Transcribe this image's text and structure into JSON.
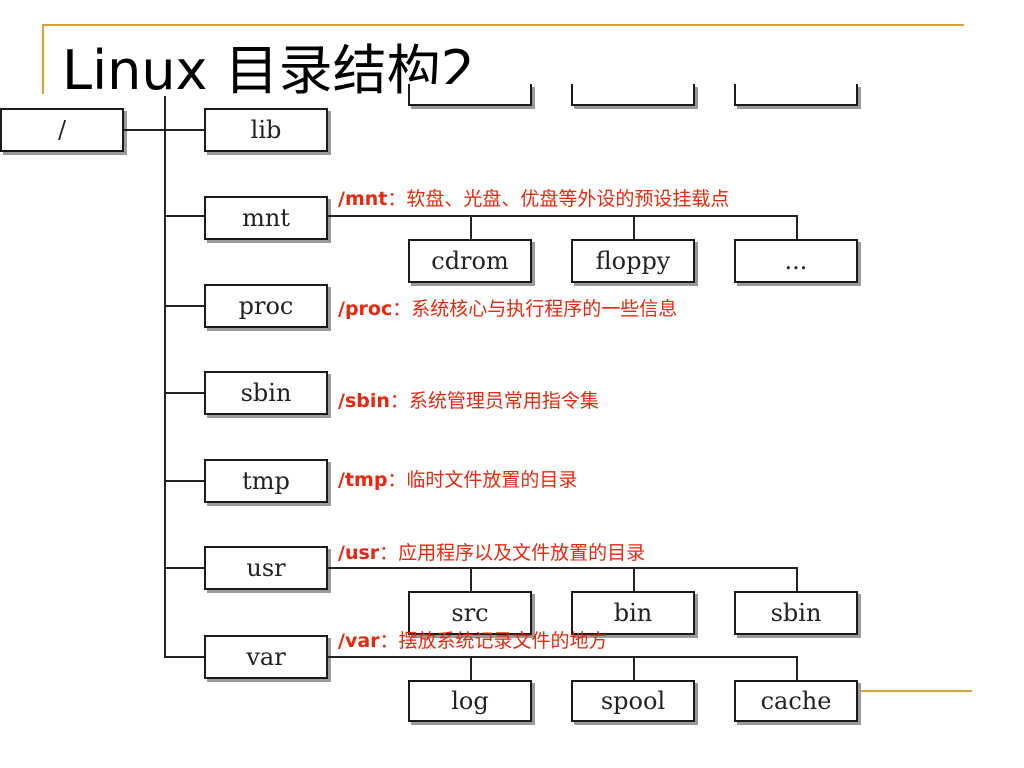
{
  "title": "Linux 目录结构2",
  "tree": {
    "root": "/",
    "top_row": [
      "",
      "",
      ""
    ],
    "children": [
      {
        "label": "lib",
        "desc_key": "",
        "desc_text": "",
        "sub": []
      },
      {
        "label": "mnt",
        "desc_key": "/mnt",
        "desc_text": "：软盘、光盘、优盘等外设的预设挂载点",
        "sub": [
          "cdrom",
          "floppy",
          "..."
        ]
      },
      {
        "label": "proc",
        "desc_key": "/proc",
        "desc_text": "：系统核心与执行程序的一些信息",
        "sub": []
      },
      {
        "label": "sbin",
        "desc_key": "/sbin",
        "desc_text": "：系统管理员常用指令集",
        "sub": []
      },
      {
        "label": "tmp",
        "desc_key": "/tmp",
        "desc_text": "：临时文件放置的目录",
        "sub": []
      },
      {
        "label": "usr",
        "desc_key": "/usr",
        "desc_text": "：应用程序以及文件放置的目录",
        "sub": [
          "src",
          "bin",
          "sbin"
        ]
      },
      {
        "label": "var",
        "desc_key": "/var",
        "desc_text": "：摆放系统记录文件的地方",
        "sub": [
          "log",
          "spool",
          "cache"
        ]
      }
    ]
  },
  "colors": {
    "accent": "#d4a23a",
    "annotation": "#e8280e",
    "border": "#1a1a1a",
    "shadow": "#9a9a9a"
  }
}
